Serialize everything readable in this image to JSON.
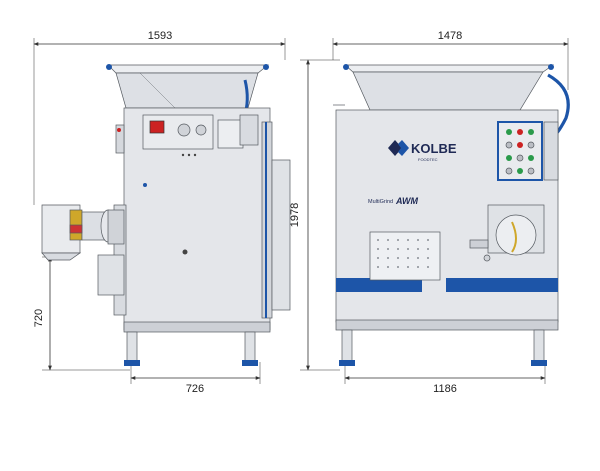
{
  "dimensions": {
    "width_side": "1593",
    "width_front": "1478",
    "height_total": "1978",
    "height_outlet": "720",
    "leg_span_side": "726",
    "leg_span_front": "1186"
  },
  "branding": {
    "logo_text": "KOLBE",
    "logo_sub": "FOODTEC",
    "model_prefix": "MultiGrind",
    "model_suffix": "AWM"
  },
  "colors": {
    "body": "#e4e6ea",
    "body_shade": "#cdd0d6",
    "blue_accent": "#1d55a8",
    "dark_blue": "#1f2a55",
    "line": "#555a60"
  }
}
